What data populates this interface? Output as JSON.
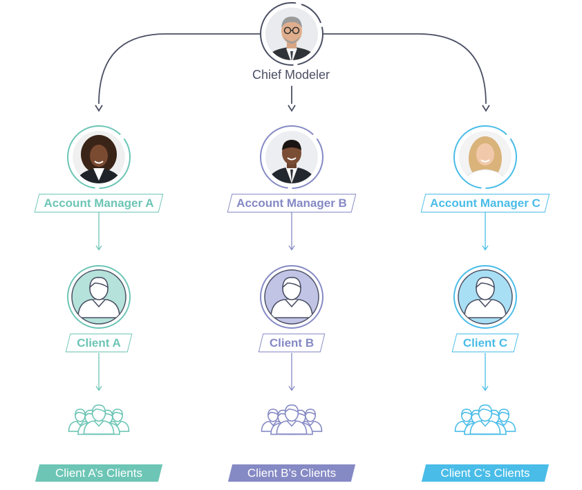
{
  "chief": {
    "title": "Chief Modeler"
  },
  "colors": {
    "line": "#4a4f63",
    "teal": "#6cc5b5",
    "purple": "#8589c4",
    "blue": "#49bce8"
  },
  "branches": [
    {
      "id": "a",
      "color": "#6cc5b5",
      "light": "#b5e2da",
      "manager": "Account Manager A",
      "client": "Client A",
      "clients": "Client A’s Clients"
    },
    {
      "id": "b",
      "color": "#8589c4",
      "light": "#c2c4e6",
      "manager": "Account Manager B",
      "client": "Client B",
      "clients": "Client B’s Clients"
    },
    {
      "id": "c",
      "color": "#49bce8",
      "light": "#a9dff4",
      "manager": "Account Manager C",
      "client": "Client C",
      "clients": "Client C’s Clients"
    }
  ]
}
